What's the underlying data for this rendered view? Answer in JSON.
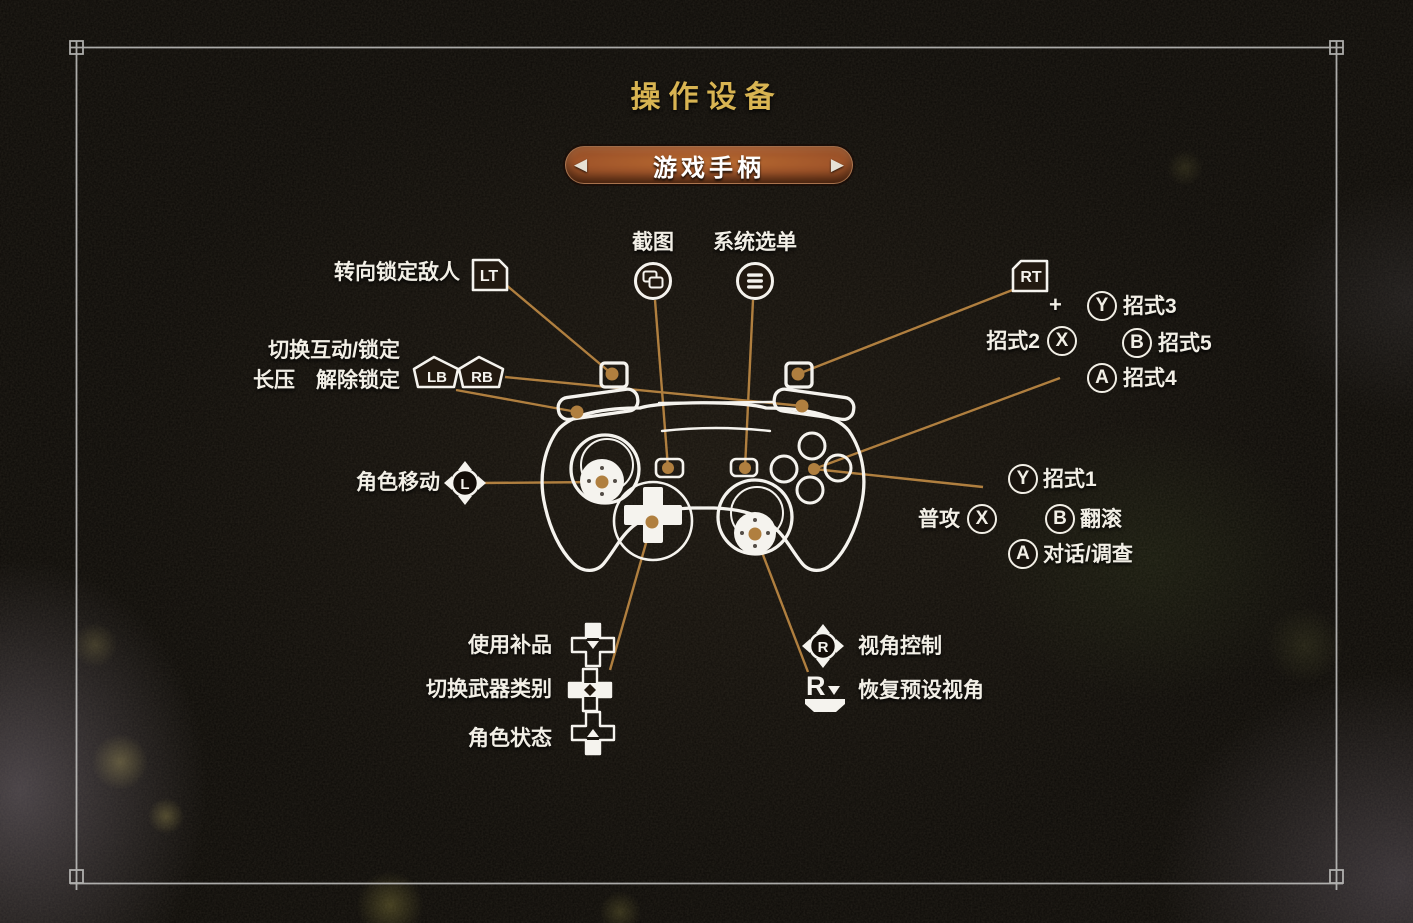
{
  "title": "操作设备",
  "device_selector": {
    "value": "游戏手柄",
    "prev": "◀",
    "next": "▶"
  },
  "colors": {
    "title_gold": "#d8b452",
    "connector": "#b07f3f",
    "pill_center": "#a85a28",
    "text": "#f2efe6"
  },
  "top_buttons": {
    "screenshot_label": "截图",
    "system_menu_label": "系统选单"
  },
  "shoulder": {
    "lt_badge": "LT",
    "lt_label": "转向锁定敌人",
    "lb_badge": "LB",
    "rb_badge": "RB",
    "bumper_label_line1": "切换互动/锁定",
    "bumper_label_line2": "长压　解除锁定",
    "rt_badge": "RT"
  },
  "sticks": {
    "left_letter": "L",
    "left_label": "角色移动",
    "right_letter": "R",
    "right_label": "视角控制",
    "right_press_letter": "R",
    "right_press_label": "恢复预设视角"
  },
  "dpad": {
    "up_label": "使用补品",
    "horizontal_label": "切换武器类别",
    "down_label": "角色状态"
  },
  "combo_cluster": {
    "plus": "+",
    "y": {
      "letter": "Y",
      "label": "招式3"
    },
    "x": {
      "letter": "X",
      "label": "招式2"
    },
    "b": {
      "letter": "B",
      "label": "招式5"
    },
    "a": {
      "letter": "A",
      "label": "招式4"
    }
  },
  "normal_cluster": {
    "y": {
      "letter": "Y",
      "label": "招式1"
    },
    "x": {
      "letter": "X",
      "label": "普攻"
    },
    "b": {
      "letter": "B",
      "label": "翻滚"
    },
    "a": {
      "letter": "A",
      "label": "对话/调查"
    }
  }
}
